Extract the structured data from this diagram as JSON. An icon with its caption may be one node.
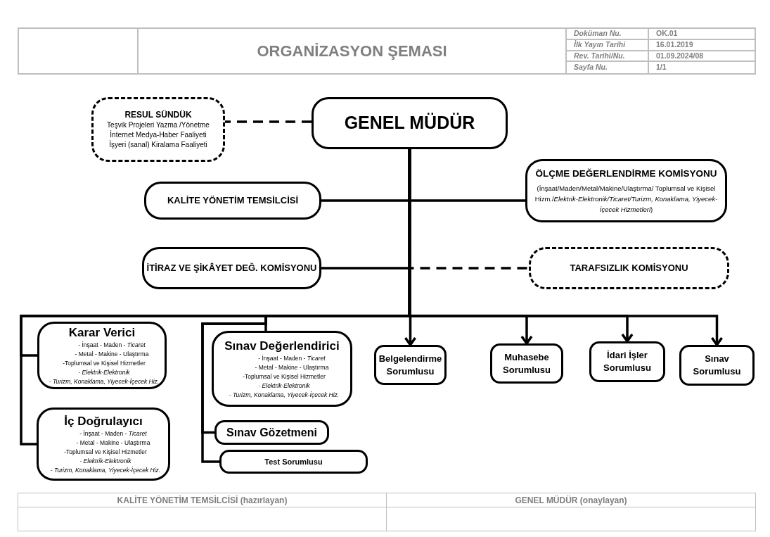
{
  "diagram": {
    "title": "ORGANİZASYON ŞEMASI",
    "nodes": [
      {
        "text": [
          "RESUL SÜNDÜK",
          "Teşvik Projeleri Yazma /Yönetme",
          "İnternet Medya-Haber Faaliyeti",
          "İşyeri (sanal) Kiralama Faaliyeti"
        ]
      },
      {
        "text": [
          "GENEL MÜDÜR"
        ]
      },
      {
        "text": [
          "KALİTE YÖNETİM TEMSİLCİSİ"
        ]
      },
      {
        "text": [
          "ÖLÇME DEĞERLENDİRME KOMİSYONU",
          "(İnşaat/Maden/Metal/Makine/Ulaştırma/ Toplumsal ve Kişisel Hizm./*Elektrik-Elektronik/Ticaret/Turizm, Konaklama, Yiyecek-İçecek Hizmetleri*)"
        ]
      },
      {
        "text": [
          "İTİRAZ VE ŞİKÂYET DEĞ. KOMİSYONU"
        ]
      },
      {
        "text": [
          "TARAFSIZLIK KOMİSYONU"
        ]
      },
      {
        "text": [
          "Karar Verici",
          "- İnşaat - Maden - *Ticaret*",
          "- Metal - Makine - Ulaştırma",
          "-Toplumsal ve Kişisel Hizmetler",
          "- Elektrik-Elektronik",
          "- Turizm, Konaklama, Yiyecek-İçecek Hiz."
        ]
      },
      {
        "text": [
          "İç Doğrulayıcı",
          "- İnşaat - Maden - *Ticaret*",
          "- Metal - Makine - Ulaştırma",
          "-Toplumsal ve Kişisel Hizmetler",
          "- Elektrik-Elektronik",
          "- Turizm, Konaklama, Yiyecek-İçecek Hiz."
        ]
      },
      {
        "text": [
          "Sınav Değerlendirici",
          "- İnşaat - Maden - *Ticaret*",
          "- Metal - Makine - Ulaştırma",
          "-Toplumsal ve Kişisel Hizmetler",
          "- Elektrik-Elektronik",
          "- Turizm, Konaklama, Yiyecek-İçecek Hiz."
        ]
      },
      {
        "text": [
          "Sınav Gözetmeni"
        ]
      },
      {
        "text": [
          "Test Sorumlusu"
        ]
      },
      {
        "text": [
          "Belgelendirme Sorumlusu"
        ]
      },
      {
        "text": [
          "Muhasebe Sorumlusu"
        ]
      },
      {
        "text": [
          "İdari İşler Sorumlusu"
        ]
      },
      {
        "text": [
          "Sınav Sorumlusu"
        ]
      }
    ],
    "edges": [
      {
        "from": 1,
        "to": 0,
        "arrow": "none",
        "style": "dashed"
      },
      {
        "from": 1,
        "to": 2,
        "arrow": "none"
      },
      {
        "from": 1,
        "to": 3,
        "arrow": "none"
      },
      {
        "from": 1,
        "to": 4,
        "arrow": "none"
      },
      {
        "from": 1,
        "to": 5,
        "arrow": "none",
        "style": "dashed"
      },
      {
        "from": 1,
        "to": 6,
        "arrow": "none"
      },
      {
        "from": 1,
        "to": 7,
        "arrow": "none"
      },
      {
        "from": 1,
        "to": 8,
        "arrow": "none"
      },
      {
        "from": 1,
        "to": 9,
        "arrow": "none"
      },
      {
        "from": 1,
        "to": 10,
        "arrow": "none"
      },
      {
        "from": 1,
        "to": 11,
        "arrow": "to"
      },
      {
        "from": 1,
        "to": 12,
        "arrow": "to"
      },
      {
        "from": 1,
        "to": 13,
        "arrow": "to"
      },
      {
        "from": 1,
        "to": 14,
        "arrow": "to"
      }
    ],
    "labels": [
      "Doküman Nu.",
      "OK.01",
      "İlk Yayın Tarihi",
      "16.01.2019",
      "Rev. Tarihi/Nu.",
      "01.09.2024/08",
      "Sayfa Nu.",
      "1/1",
      "KALİTE YÖNETİM TEMSİLCİSİ (hazırlayan)",
      "GENEL MÜDÜR (onaylayan)"
    ]
  }
}
